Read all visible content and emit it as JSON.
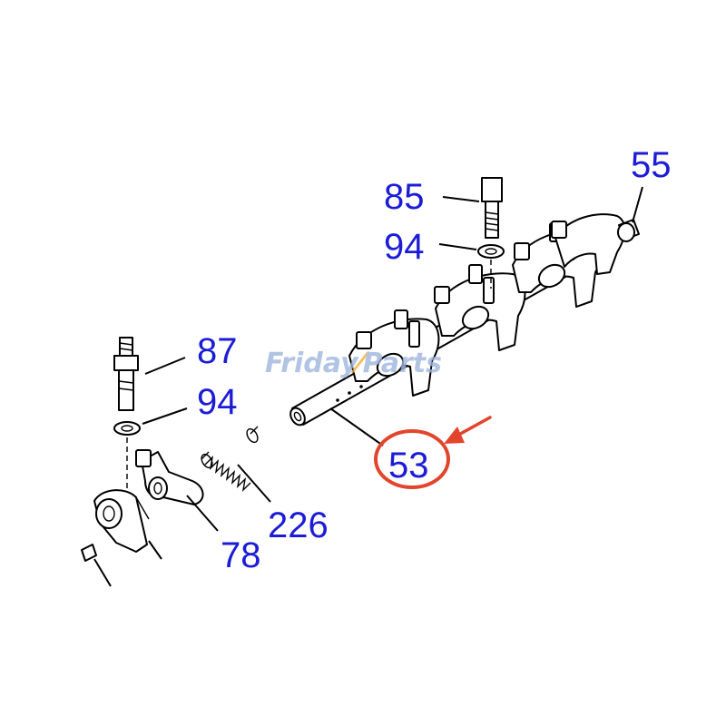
{
  "labels": {
    "p55": "55",
    "p85": "85",
    "p94_top": "94",
    "p87": "87",
    "p94_left": "94",
    "p53": "53",
    "p226": "226",
    "p78": "78"
  },
  "watermark": {
    "part1": "Friday",
    "part2": "Parts"
  },
  "colors": {
    "label": "#1c1cd6",
    "highlight": "#e2452c",
    "watermark": "#9fb6de"
  }
}
